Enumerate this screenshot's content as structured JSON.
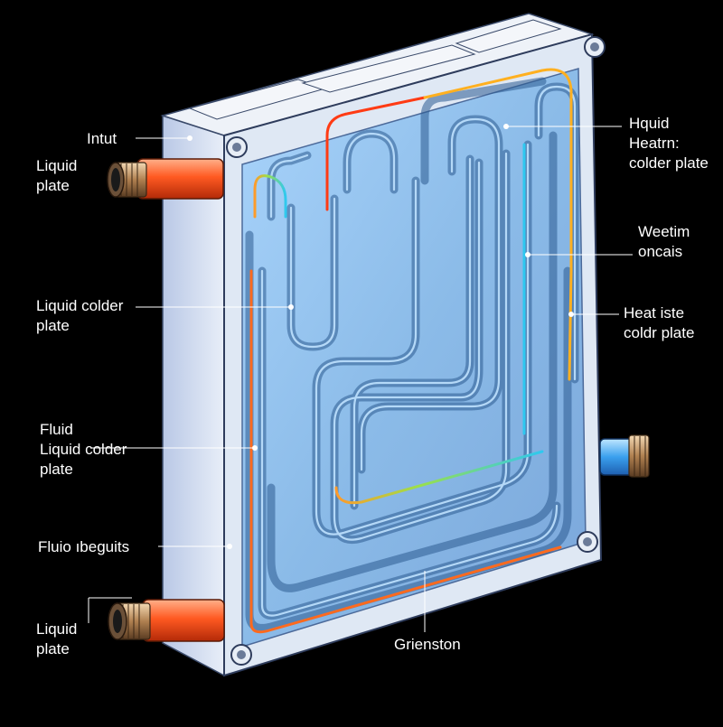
{
  "colors": {
    "background": "#000000",
    "plate_face": "#8fc0ee",
    "plate_frame": "#dce6f2",
    "channel": "#6fa6d6",
    "hot": "#ff4a1a",
    "warm": "#ff9a2a",
    "mid": "#9be04a",
    "cool": "#2ec8f0",
    "leader": "#ffffff"
  },
  "labels": {
    "inlet": "Intut",
    "top_left": [
      "Liquid",
      "plate"
    ],
    "mid_left": [
      "Liquid colder",
      "plate"
    ],
    "fluid_left": [
      "Fluid",
      "Liquid colder",
      "plate"
    ],
    "fluid_ducts": "Fluio ıbeguits",
    "bottom_left": [
      "Liquid",
      "plate"
    ],
    "top_right": [
      "Hquid",
      "Heatrn:",
      "colder plate"
    ],
    "right_upper": [
      "Weetim",
      "oncais"
    ],
    "right_lower": [
      "Heat iste",
      "coldr plate"
    ],
    "bottom_center": "Grienston"
  },
  "icons": {
    "bolt": "mounting-bolt-icon",
    "port": "pipe-fitting-icon"
  }
}
